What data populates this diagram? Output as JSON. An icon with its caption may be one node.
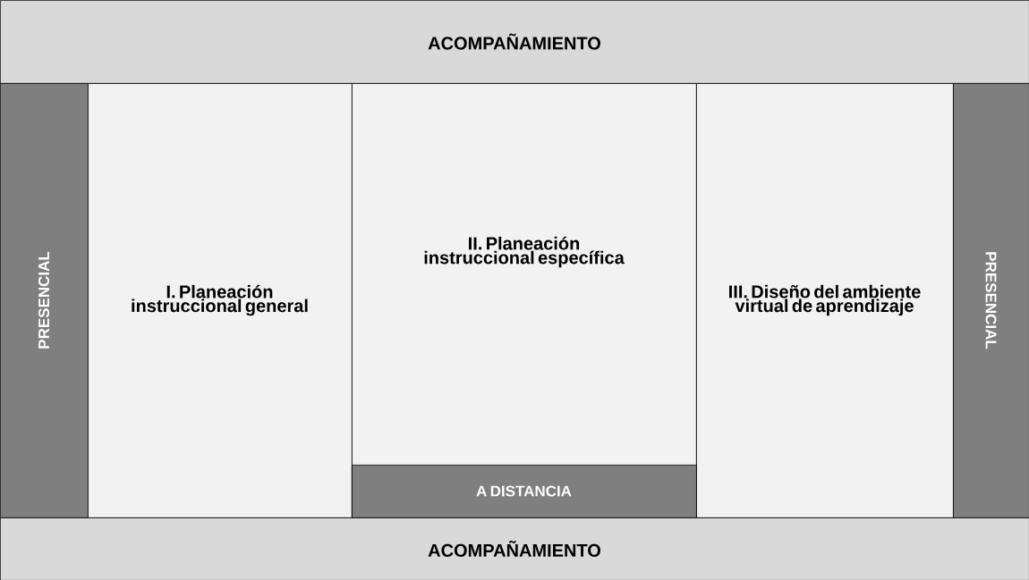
{
  "diagram": {
    "nodes": [
      {
        "text": [
          "ACOMPAÑAMIENTO"
        ]
      },
      {
        "text": [
          "PRESENCIAL"
        ]
      },
      {
        "text": [
          "I. Planeación instruccional general"
        ]
      },
      {
        "text": [
          "II. Planeación instruccional específica"
        ]
      },
      {
        "text": [
          "A DISTANCIA"
        ],
        "in": 3
      },
      {
        "text": [
          "III. Diseño del ambiente virtual de aprendizaje"
        ]
      },
      {
        "text": [
          "PRESENCIAL"
        ]
      },
      {
        "text": [
          "ACOMPAÑAMIENTO"
        ]
      }
    ]
  }
}
